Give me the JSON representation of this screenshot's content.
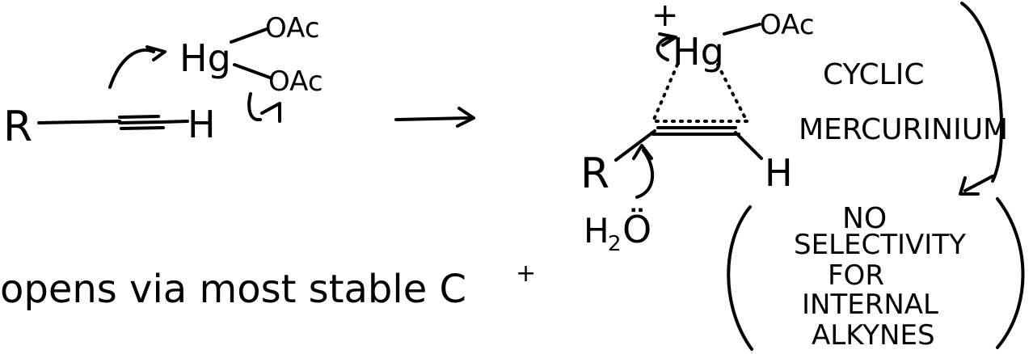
{
  "left_mechanism": {
    "r_label": "R",
    "h_label": "H",
    "hg_label": "Hg",
    "oac_top": "OAc",
    "oac_bottom": "OAc"
  },
  "intermediate": {
    "plus": "+",
    "hg_label": "Hg",
    "oac_label": "OAc",
    "r_label": "R",
    "h_label": "H",
    "water_h": "H",
    "water_sub": "2",
    "water_o": "Ö"
  },
  "notes": {
    "cyclic_line1": "CYCLIC",
    "cyclic_line2": "MERCURINIUM",
    "opens": "opens via most stable C",
    "opens_plus": "+",
    "nosel_line1": "NO",
    "nosel_line2": "SELECTIVITY",
    "nosel_line3": "FOR",
    "nosel_line4": "INTERNAL",
    "nosel_line5": "ALKYNES"
  }
}
